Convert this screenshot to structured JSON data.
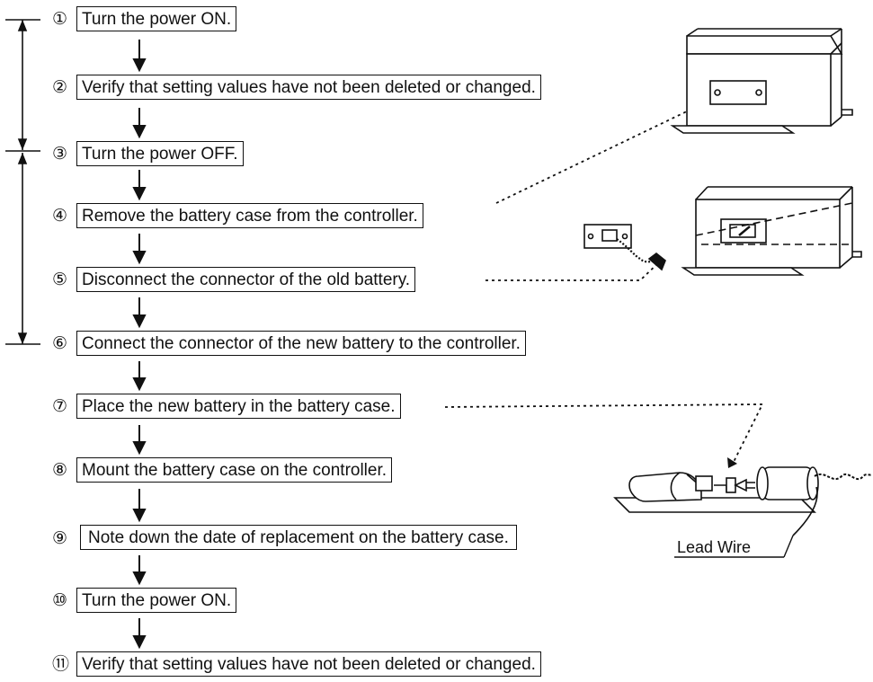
{
  "steps": [
    {
      "num": "①",
      "text": "Turn the power ON."
    },
    {
      "num": "②",
      "text": "Verify that setting values have not been deleted or changed."
    },
    {
      "num": "③",
      "text": "Turn the power OFF."
    },
    {
      "num": "④",
      "text": "Remove the battery case from the controller."
    },
    {
      "num": "⑤",
      "text": "Disconnect the connector of the old battery."
    },
    {
      "num": "⑥",
      "text": "Connect the connector of the new battery to the controller."
    },
    {
      "num": "⑦",
      "text": "Place the new battery in the battery case."
    },
    {
      "num": "⑧",
      "text": "Mount the battery case on the controller."
    },
    {
      "num": "⑨",
      "text": "Note down the date of replacement on the battery case."
    },
    {
      "num": "⑩",
      "text": "Turn the power ON."
    },
    {
      "num": "⑪",
      "text": "Verify that setting values have not been deleted or changed."
    }
  ],
  "labels": {
    "lead_wire": "Lead Wire"
  }
}
